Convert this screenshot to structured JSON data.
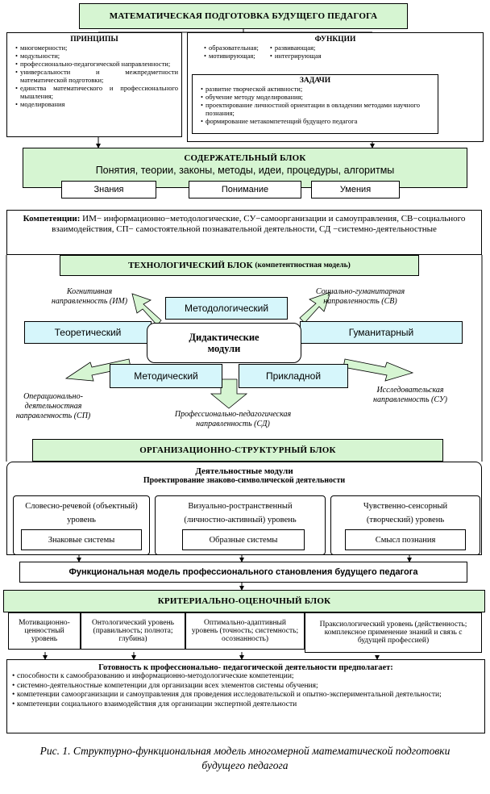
{
  "title": "МАТЕМАТИЧЕСКАЯ ПОДГОТОВКА БУДУЩЕГО ПЕДАГОГА",
  "principles": {
    "heading": "ПРИНЦИПЫ",
    "items": [
      "многомерности;",
      "модульности;",
      "профессионально-педагогической направленности;",
      "универсальности и межпредметности математической подготовки;",
      "единства математического и профессионального мышления;",
      "моделирования"
    ]
  },
  "functions": {
    "heading": "ФУНКЦИИ",
    "col1": [
      "образовательная;",
      "мотивирующая;"
    ],
    "col2": [
      "развивающая;",
      "интегрирующая"
    ]
  },
  "tasks": {
    "heading": "ЗАДАЧИ",
    "items": [
      "развитие творческой активности;",
      "обучение методу моделирования;",
      "проектирование личностной ориентации в овладении методами научного познания;",
      "формирование метакомпетенций будущего педагога"
    ]
  },
  "content_block": {
    "heading": "СОДЕРЖАТЕЛЬНЫЙ БЛОК",
    "subtitle": "Понятия, теории, законы, методы, идеи, процедуры, алгоритмы",
    "items": [
      "Знания",
      "Понимание",
      "Умения"
    ]
  },
  "competencies": {
    "label": "Компетенции:",
    "text": " ИМ− информационно−методологические, СУ−самоорганизации и самоуправления, СВ−социального взаимодействия, СП− самостоятельной познавательной деятельности, СД −системно-деятельностные"
  },
  "tech_block": {
    "heading": "ТЕХНОЛОГИЧЕСКИЙ БЛОК",
    "heading_note": "(компетентностная модель)",
    "center": "Дидактические модули",
    "modules": {
      "methodological": "Методологический",
      "theoretical": "Теоретический",
      "humanitarian": "Гуманитарный",
      "methodical": "Методический",
      "applied": "Прикладной"
    },
    "directions": {
      "im": "Когнитивная направленность (ИМ)",
      "sv": "Социально-гуманитарная направленность (СВ)",
      "sp": "Операционально-деятельностная направленность (СП)",
      "sd": "Профессионально-педагогическая направленность (СД)",
      "su": "Исследовательская направленность (СУ)"
    }
  },
  "org_block": {
    "heading": "ОРГАНИЗАЦИОННО-СТРУКТУРНЫЙ БЛОК",
    "activity_title": "Деятельностные модули",
    "activity_sub": "Проектирование знаково-символической деятельности",
    "levels": [
      {
        "title": "Словесно-речевой (объектный) уровень",
        "sub": "Знаковые системы"
      },
      {
        "title": "Визуально-ространственный (личностно-активный) уровень",
        "sub": "Образные системы"
      },
      {
        "title": "Чувственно-сенсорный (творческий) уровень",
        "sub": "Смысл познания"
      }
    ]
  },
  "functional_model": "Функциональная модель профессионального становления будущего педагога",
  "criteria_block": {
    "heading": "КРИТЕРИАЛЬНО-ОЦЕНОЧНЫЙ БЛОК",
    "levels": [
      "Мотивационно-ценностный уровень",
      "Онтологический уровень (правильность; полнота; глубина)",
      "Оптимально-адаптивный уровень (точность; системность; осознанность)",
      "Праксиологический уровень (действенность; комплексное применение знаний и связь с будущей профессией)"
    ]
  },
  "readiness": {
    "heading": "Готовность к профессионально- педагогической деятельности предполагает:",
    "items": [
      "способности к самообразованию и информационно-методологические компетенции;",
      "системно-деятельностные компетенции для организации всех элементов системы обучения;",
      "компетенции самоорганизации и самоуправления для проведения исследовательской и опытно-экспериментальной деятельности;",
      "компетенции социального взаимодействия для организации экспертной деятельности"
    ]
  },
  "caption": "Рис. 1. Структурно-функциональная модель многомерной математической подготовки будущего педагога",
  "colors": {
    "green": "#d6f5d2",
    "cyan": "#d6f6fb"
  }
}
